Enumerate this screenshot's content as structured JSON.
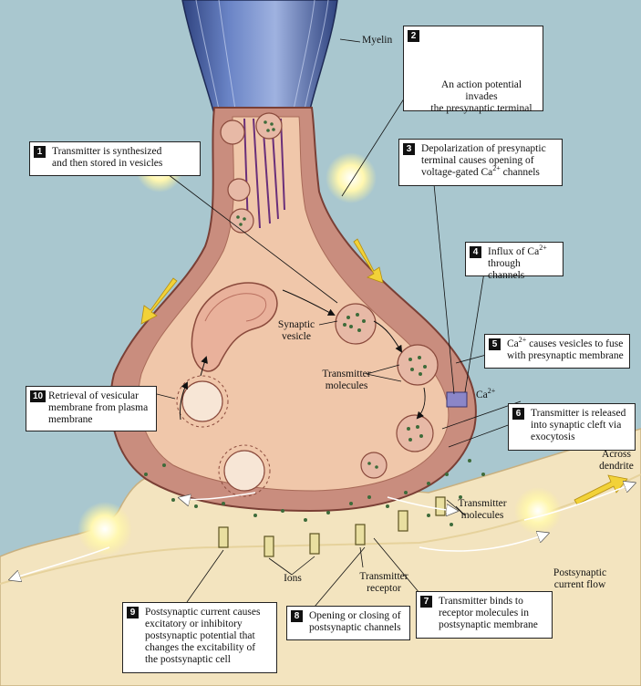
{
  "colors": {
    "background": "#a9c7cf",
    "terminal_outer": "#c98d7e",
    "terminal_inner": "#f0c7aa",
    "postsynaptic": "#f3e4bf",
    "myelin": "#4b63a6",
    "vesicle": "#e7b9a6",
    "transmitter_dot": "#3d6b3a",
    "flash": "#fff49a",
    "arrow_yellow": "#f2d238"
  },
  "labels": {
    "myelin": "Myelin",
    "synaptic_vesicle": "Synaptic\nvesicle",
    "transmitter_molecules_inside": "Transmitter\nmolecules",
    "ca_label": "Ca",
    "ca_sup": "2+",
    "across_dendrite": "Across\ndendrite",
    "transmitter_molecules_cleft": "Transmitter\nmolecules",
    "postsynaptic_current_flow": "Postsynaptic\ncurrent flow",
    "ions": "Ions",
    "transmitter_receptor": "Transmitter\nreceptor"
  },
  "steps": [
    {
      "n": "1",
      "text": "Transmitter is synthesized\nand then stored in vesicles"
    },
    {
      "n": "2",
      "text": "An action potential invades\nthe presynaptic terminal"
    },
    {
      "n": "3",
      "text": "Depolarization of presynaptic\nterminal causes opening of\nvoltage-gated Ca",
      "sup": "2+",
      "after": " channels"
    },
    {
      "n": "4",
      "text": "Influx of Ca",
      "sup": "2+",
      "after": "\nthrough channels"
    },
    {
      "n": "5",
      "text": "Ca",
      "sup": "2+",
      "after": " causes vesicles to fuse\nwith presynaptic membrane"
    },
    {
      "n": "6",
      "text": "Transmitter is released\ninto synaptic cleft via\nexocytosis"
    },
    {
      "n": "7",
      "text": "Transmitter binds to\nreceptor molecules in\npostsynaptic membrane"
    },
    {
      "n": "8",
      "text": "Opening or closing of\npostsynaptic channels"
    },
    {
      "n": "9",
      "text": "Postsynaptic current causes\nexcitatory or inhibitory\npostsynaptic potential that\nchanges the excitability of\nthe postsynaptic cell"
    },
    {
      "n": "10",
      "text": "Retrieval of vesicular\nmembrane from plasma\nmembrane"
    }
  ]
}
